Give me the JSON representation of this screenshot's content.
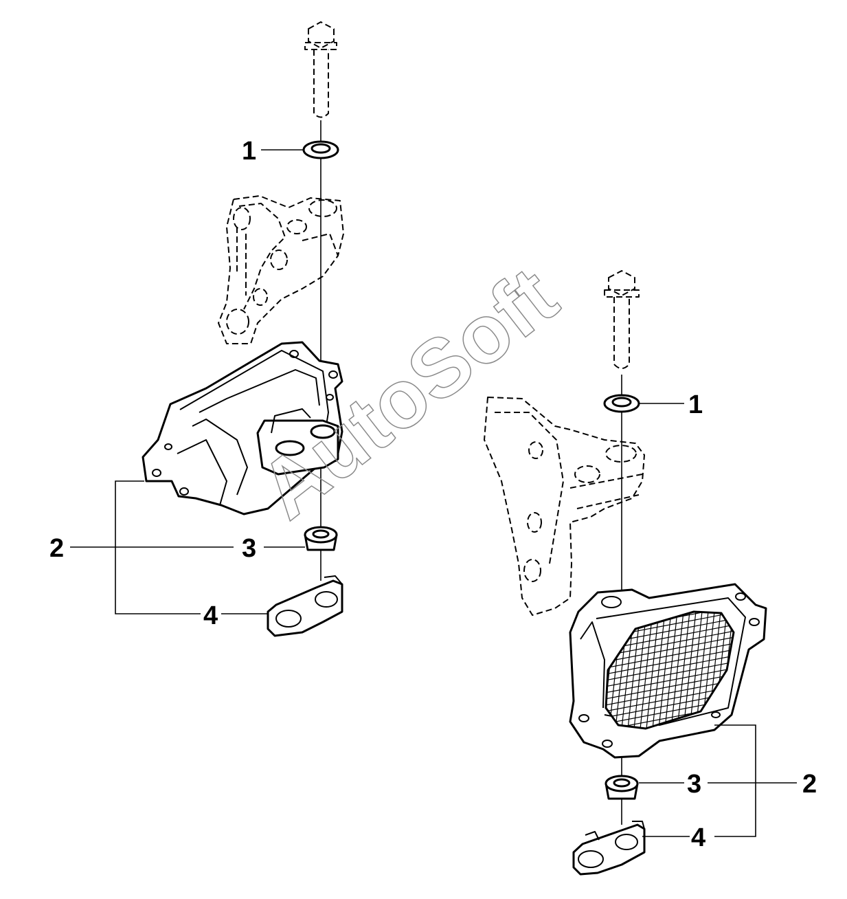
{
  "watermark": {
    "text": "AutoSoft",
    "color": "#8a8a8a"
  },
  "callouts": {
    "left": {
      "washer": "1",
      "mount": "2",
      "nut": "3",
      "clip": "4"
    },
    "right": {
      "washer": "1",
      "mount": "2",
      "nut": "3",
      "clip": "4"
    }
  },
  "colors": {
    "line": "#000000",
    "background": "#ffffff"
  }
}
